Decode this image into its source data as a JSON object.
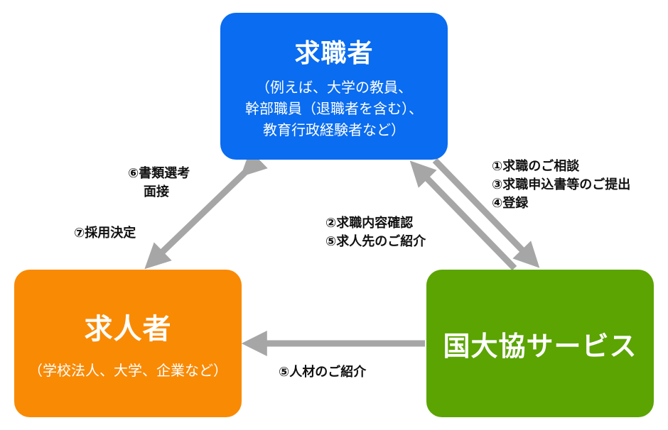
{
  "nodes": {
    "jobseeker": {
      "title": "求職者",
      "sub1": "（例えば、大学の教員、",
      "sub2": "幹部職員（退職者を含む）、",
      "sub3": "教育行政経験者など）",
      "color": "#0a6cf0"
    },
    "employer": {
      "title": "求人者",
      "sub": "（学校法人、大学、企業など）",
      "color": "#f98a04"
    },
    "agency": {
      "title": "国大協サービス",
      "color": "#5ba402"
    }
  },
  "edges": {
    "seeker_to_agency": {
      "line1": "①求職のご相談",
      "line2": "③求職申込書等のご提出",
      "line3": "④登録"
    },
    "agency_to_seeker": {
      "line1": "②求職内容確認",
      "line2": "⑤求人先のご紹介"
    },
    "seeker_employer": {
      "line1": "⑥書類選考",
      "line2": "面接",
      "line3": "⑦採用決定"
    },
    "agency_to_employer": {
      "line1": "⑤人材のご紹介"
    }
  },
  "arrow_color": "#a6a6a6"
}
